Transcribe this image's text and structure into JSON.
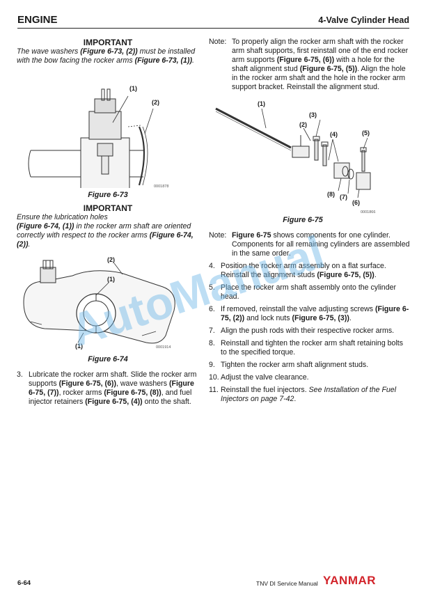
{
  "header": {
    "section": "ENGINE",
    "chapter": "4-Valve Cylinder Head"
  },
  "left": {
    "imp1": {
      "title": "IMPORTANT",
      "t1": "The wave washers ",
      "r1": "(Figure 6-73, (2))",
      "t2": " must be installed with the bow facing the rocker arms ",
      "r2": "(Figure 6-73, (1))",
      "t3": "."
    },
    "fig73": {
      "caption": "Figure 6-73",
      "id": "0001878",
      "label1": "(1)",
      "label2": "(2)"
    },
    "imp2": {
      "title": "IMPORTANT",
      "t1": "Ensure the lubrication holes",
      "r1": "(Figure 6-74, (1))",
      "t2": " in the rocker arm shaft are oriented correctly with respect to the rocker arms ",
      "r2": "(Figure 6-74, (2))",
      "t3": "."
    },
    "fig74": {
      "caption": "Figure 6-74",
      "id": "0001914",
      "label1": "(1)",
      "label2": "(2)"
    },
    "step3": {
      "num": "3.",
      "t1": "Lubricate the rocker arm shaft. Slide the rocker arm supports ",
      "r1": "(Figure 6-75, (6))",
      "t2": ", wave washers ",
      "r2": "(Figure 6-75, (7))",
      "t3": ", rocker arms ",
      "r3": "(Figure 6-75, (8))",
      "t4": ", and fuel injector retainers ",
      "r4": "(Figure 6-75, (4))",
      "t5": " onto the shaft."
    }
  },
  "right": {
    "note1": {
      "label": "Note:",
      "t1": "To properly align the rocker arm shaft with the rocker arm shaft supports, first reinstall one of the end rocker arm supports ",
      "r1": "(Figure 6-75, (6))",
      "t2": " with a hole for the shaft alignment stud ",
      "r2": "(Figure 6-75, (5))",
      "t3": ". Align the hole in the rocker arm shaft and the hole in the rocker arm support bracket. Reinstall the alignment stud."
    },
    "fig75": {
      "caption": "Figure 6-75",
      "id": "0001866",
      "l1": "(1)",
      "l2": "(2)",
      "l3": "(3)",
      "l4": "(4)",
      "l5": "(5)",
      "l6": "(6)",
      "l7": "(7)",
      "l8": "(8)"
    },
    "note2": {
      "label": "Note:",
      "r1": "Figure 6-75",
      "t1": " shows components for one cylinder. Components for all remaining cylinders are assembled in the same order."
    },
    "step4": {
      "num": "4.",
      "t1": "Position the rocker arm assembly on a flat surface. Reinstall the alignment studs ",
      "r1": "(Figure 6-75, (5))",
      "t2": "."
    },
    "step5": {
      "num": "5.",
      "t1": "Place the rocker arm shaft assembly onto the cylinder head."
    },
    "step6": {
      "num": "6.",
      "t1": "If removed, reinstall the valve adjusting screws ",
      "r1": "(Figure 6-75, (2))",
      "t2": " and lock nuts ",
      "r2": "(Figure 6-75, (3))",
      "t3": "."
    },
    "step7": {
      "num": "7.",
      "t1": "Align the push rods with their respective rocker arms."
    },
    "step8": {
      "num": "8.",
      "t1": "Reinstall and tighten the rocker arm shaft retaining bolts to the specified torque."
    },
    "step9": {
      "num": "9.",
      "t1": "Tighten the rocker arm shaft alignment studs."
    },
    "step10": {
      "num": "10.",
      "t1": "Adjust the valve clearance."
    },
    "step11": {
      "num": "11.",
      "t1": "Reinstall the fuel injectors. ",
      "i1": "See Installation of the Fuel Injectors on page 7-42",
      "t2": "."
    }
  },
  "footer": {
    "page": "6-64",
    "title": "TNV DI Service Manual",
    "logo": "YANMAR"
  },
  "watermark": "AutoManual"
}
